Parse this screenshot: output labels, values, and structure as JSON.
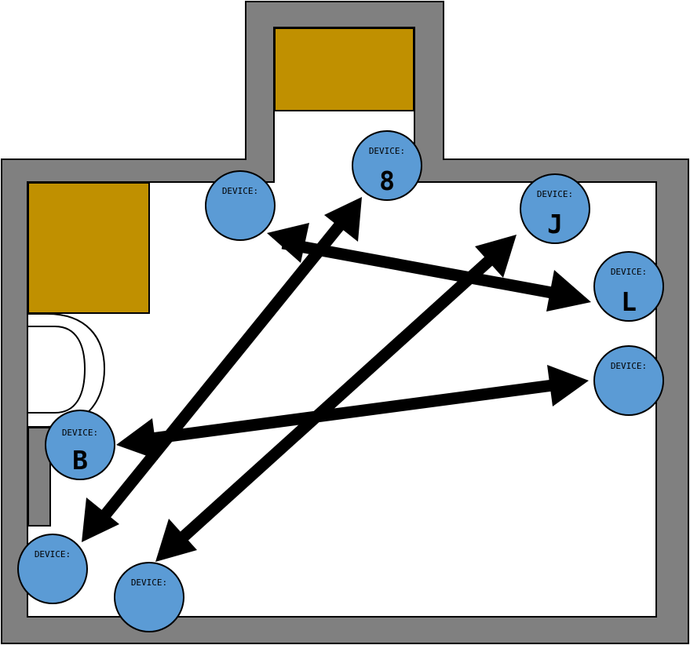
{
  "colors": {
    "wall": "#808080",
    "floor": "#ffffff",
    "furniture": "#c09000",
    "device_fill": "#5b9bd5",
    "outline": "#000000",
    "arrow": "#000000"
  },
  "devices": [
    {
      "id": "d8",
      "label": "DEVICE:",
      "code": "8"
    },
    {
      "id": "dtl",
      "label": "DEVICE:",
      "code": ""
    },
    {
      "id": "dJ",
      "label": "DEVICE:",
      "code": "J"
    },
    {
      "id": "dL",
      "label": "DEVICE:",
      "code": "L"
    },
    {
      "id": "dr",
      "label": "DEVICE:",
      "code": ""
    },
    {
      "id": "dB",
      "label": "DEVICE:",
      "code": "B"
    },
    {
      "id": "dbl",
      "label": "DEVICE:",
      "code": ""
    },
    {
      "id": "dbm",
      "label": "DEVICE:",
      "code": ""
    }
  ],
  "connections": [
    {
      "from": "dtl",
      "to": "dL",
      "bidirectional": true
    },
    {
      "from": "d8",
      "to": "dbl",
      "bidirectional": true
    },
    {
      "from": "dJ",
      "to": "dbm",
      "bidirectional": true
    },
    {
      "from": "dB",
      "to": "dr",
      "bidirectional": true
    }
  ]
}
